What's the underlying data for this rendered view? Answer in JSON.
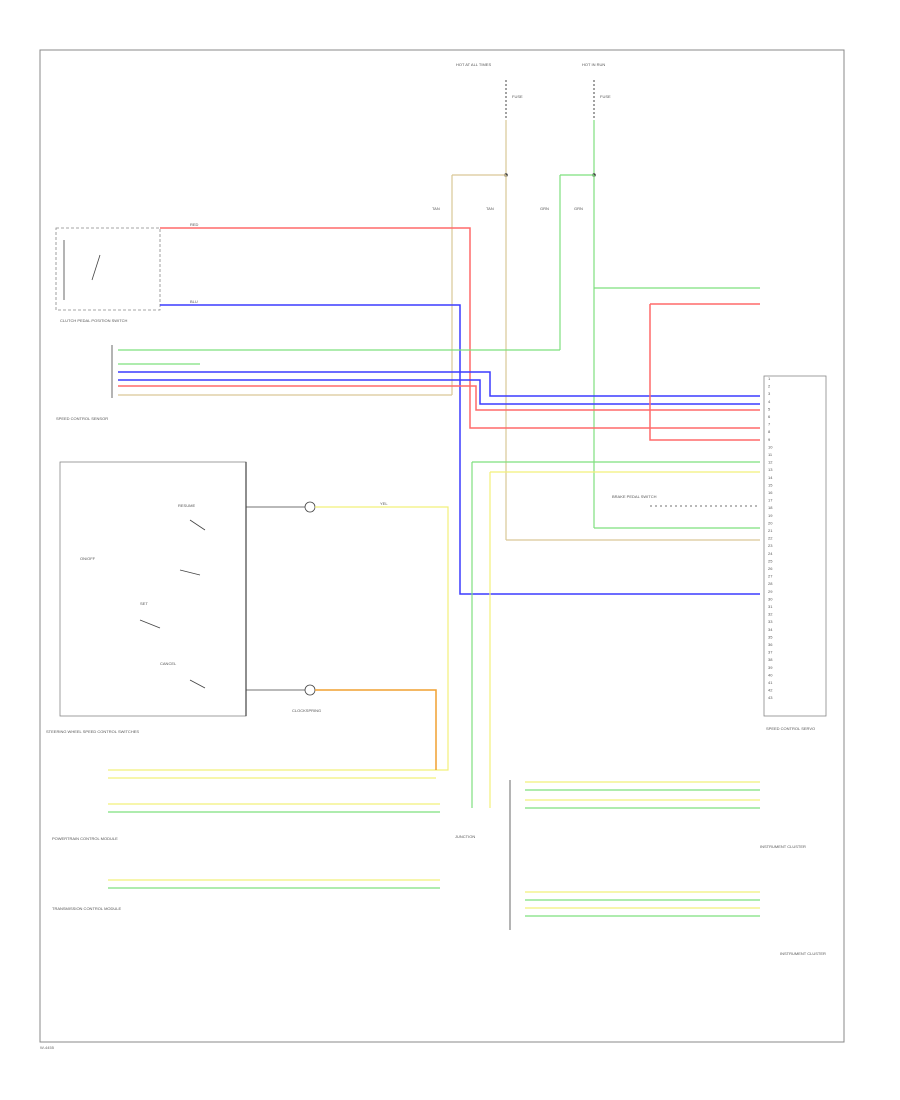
{
  "colors": {
    "frame": "#888888",
    "red": "#ff6a6a",
    "blue": "#3c3cff",
    "green": "#7ee07e",
    "yellow": "#f2f07a",
    "tan": "#d9c896",
    "orange": "#f0a030",
    "black": "#444444"
  },
  "labels": {
    "top_fuse_left": "HOT AT ALL TIMES",
    "top_fuse_right": "HOT IN RUN",
    "fuse_left": "FUSE",
    "fuse_right": "FUSE",
    "wire_red": "RED",
    "wire_blu": "BLU",
    "wire_grn": "GRN",
    "wire_yel": "YEL",
    "wire_tan": "TAN",
    "brake_pedal_switch": "CLUTCH PEDAL POSITION SWITCH",
    "speed_control_sensor": "SPEED CONTROL SENSOR",
    "speed_control_servo": "SPEED CONTROL SERVO",
    "steering_switch": "STEERING WHEEL SPEED CONTROL SWITCHES",
    "clockspring": "CLOCKSPRING",
    "switch_resume": "RESUME",
    "switch_on_off": "ON/OFF",
    "switch_set": "SET",
    "switch_cancel": "CANCEL",
    "powertrain_module": "POWERTRAIN CONTROL MODULE",
    "instrument_cluster": "INSTRUMENT CLUSTER",
    "trans_module": "TRANSMISSION CONTROL MODULE",
    "junction": "JUNCTION",
    "brake_switch": "BRAKE PEDAL SWITCH",
    "footer": "W-4455"
  },
  "module_pins": [
    "1",
    "2",
    "3",
    "4",
    "5",
    "6",
    "7",
    "8",
    "9",
    "10",
    "11",
    "12",
    "13",
    "14",
    "15",
    "16",
    "17",
    "18",
    "19",
    "20",
    "21",
    "22",
    "23",
    "24",
    "25",
    "26",
    "27",
    "28",
    "29",
    "30",
    "31",
    "32",
    "33",
    "34",
    "35",
    "36",
    "37",
    "38",
    "39",
    "40",
    "41",
    "42",
    "43"
  ]
}
